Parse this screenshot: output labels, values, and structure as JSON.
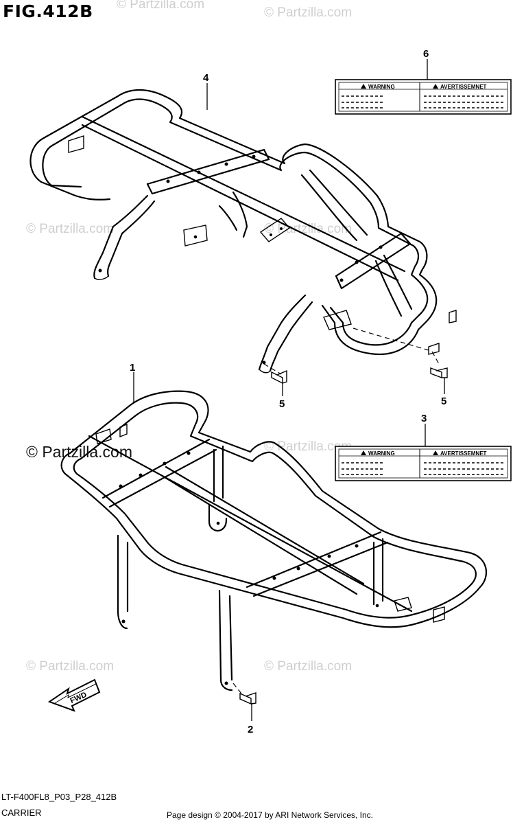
{
  "figure": {
    "title": "FIG.412B"
  },
  "callouts": {
    "p1": "1",
    "p2": "2",
    "p3": "3",
    "p4": "4",
    "p5a": "5",
    "p5b": "5",
    "p6": "6"
  },
  "labels": {
    "top": {
      "warning": "WARNING",
      "avertissement": "AVERTISSEMNET"
    },
    "bottom": {
      "warning": "WARNING",
      "avertissement": "AVERTISSEMNET"
    }
  },
  "direction": {
    "text": "FWD"
  },
  "watermark": {
    "text": "© Partzilla.com"
  },
  "footer": {
    "code": "LT-F400FL8_P03_P28_412B",
    "name": "CARRIER",
    "credit": "Page design © 2004-2017 by ARI Network Services, Inc."
  }
}
